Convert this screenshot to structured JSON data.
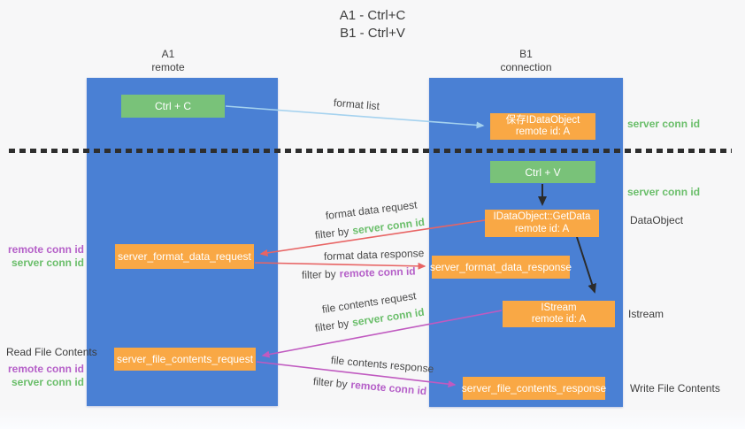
{
  "title": {
    "line1": "A1 - Ctrl+C",
    "line2": "B1 - Ctrl+V"
  },
  "lifelines": {
    "a1": {
      "name": "A1",
      "role": "remote"
    },
    "b1": {
      "name": "B1",
      "role": "connection"
    }
  },
  "nodes": {
    "ctrl_c": {
      "label": "Ctrl + C"
    },
    "ctrl_v": {
      "label": "Ctrl + V"
    },
    "save_dataobject": {
      "line1": "保存IDataObject",
      "line2": "remote id: A"
    },
    "getdata": {
      "line1": "IDataObject::GetData",
      "line2": "remote id: A"
    },
    "istream": {
      "line1": "IStream",
      "line2": "remote id: A"
    },
    "format_request": {
      "label": "server_format_data_request"
    },
    "format_response": {
      "label": "server_format_data_response"
    },
    "file_request": {
      "label": "server_file_contents_request"
    },
    "file_response": {
      "label": "server_file_contents_response"
    }
  },
  "arrows": {
    "format_list": {
      "label": "format list"
    },
    "format_data_request": {
      "label": "format data request",
      "filter_prefix": "filter by",
      "filter_key": "server conn id"
    },
    "format_data_response": {
      "label": "format data response",
      "filter_prefix": "filter by",
      "filter_key": "remote conn id"
    },
    "file_contents_request": {
      "label": "file contents request",
      "filter_prefix": "filter by",
      "filter_key": "server conn id"
    },
    "file_contents_response": {
      "label": "file contents response",
      "filter_prefix": "filter by",
      "filter_key": "remote conn id"
    }
  },
  "side_labels": {
    "right_server_conn_top": "server conn id",
    "right_server_conn_mid": "server conn id",
    "right_dataobject": "DataObject",
    "right_istream": "Istream",
    "right_write_file": "Write File Contents",
    "left_read_file": "Read File Contents",
    "left_remote_conn_top": "remote conn id",
    "left_server_conn_top": "server conn id",
    "left_remote_conn_bottom": "remote conn id",
    "left_server_conn_bottom": "server conn id"
  },
  "colors": {
    "lifeline_blue": "#4a80d4",
    "node_orange": "#f9a845",
    "node_green": "#79c279",
    "text_green": "#6abe6a",
    "text_purple": "#b55fc8",
    "arrow_red": "#e86464",
    "arrow_magenta": "#c05ac0",
    "arrow_lightblue": "#a5d2ef",
    "arrow_black": "#2b2b2b"
  }
}
